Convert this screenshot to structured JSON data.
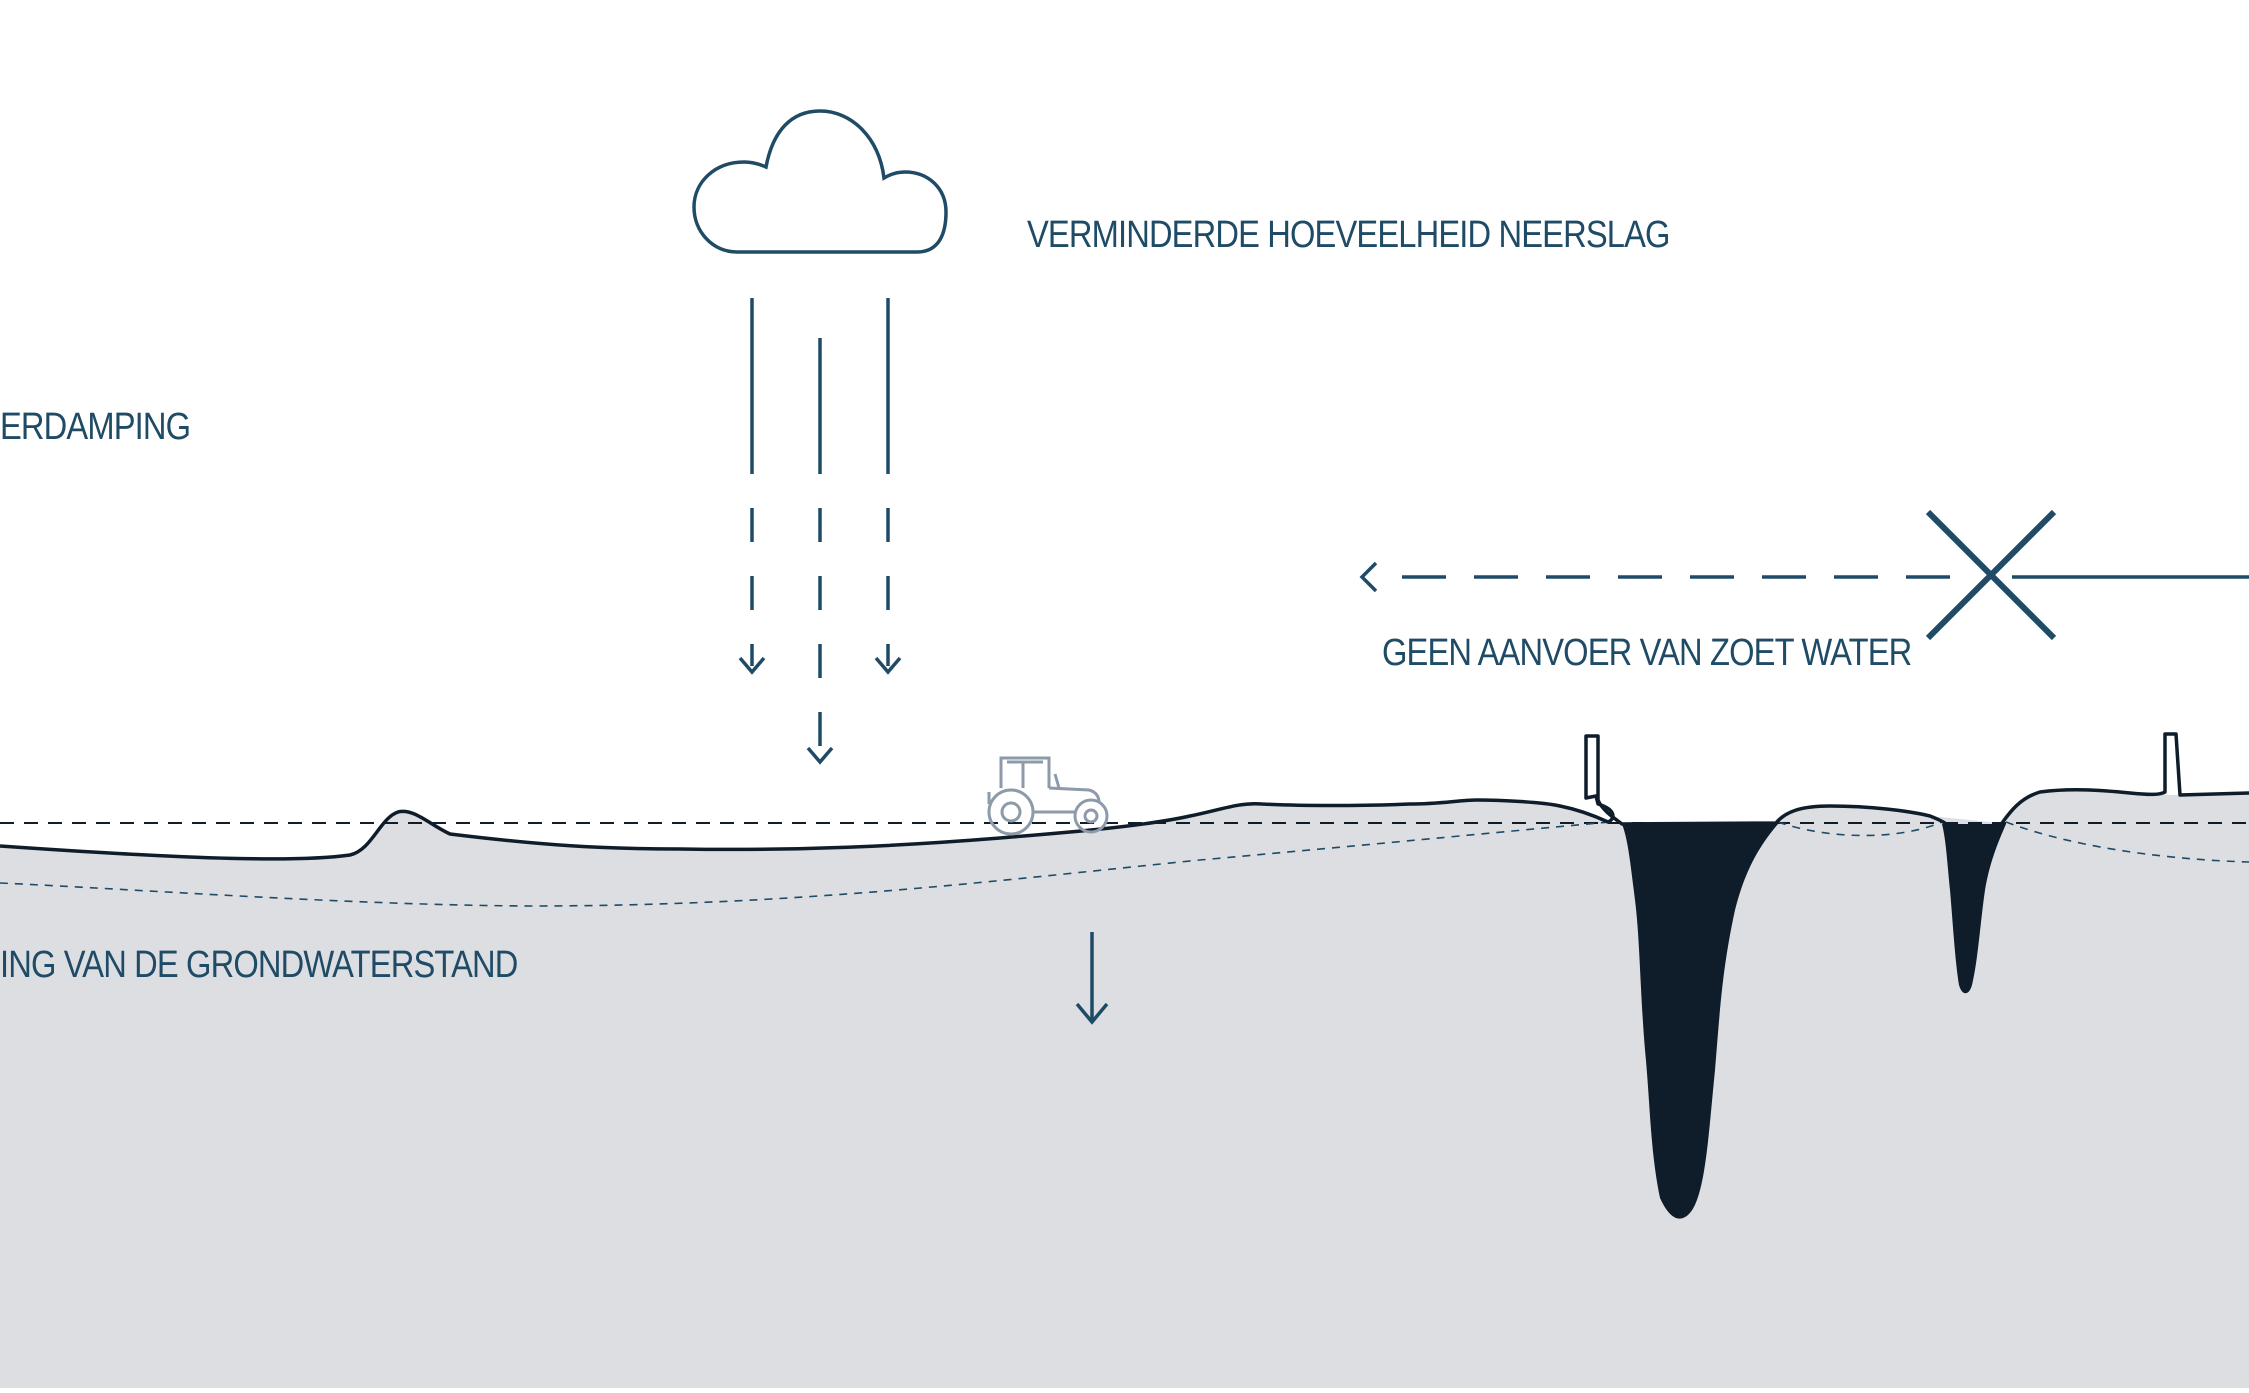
{
  "labels": {
    "precipitation": "VERMINDERDE HOEVEELHEID NEERSLAG",
    "evaporation": "ERDAMPING",
    "fresh_water": "GEEN AANVOER VAN ZOET WATER",
    "groundwater": "ING VAN DE GRONDWATERSTAND"
  },
  "icons": {
    "cloud": "cloud-icon",
    "tractor": "tractor-icon",
    "cross": "cross-icon"
  },
  "colors": {
    "text": "#1f4b66",
    "stroke": "#1f4b66",
    "land_line": "#0f1d2b",
    "ground_fill": "#dcdee2",
    "water_fill": "#0f1c2a",
    "tractor": "#8d9aaa"
  }
}
